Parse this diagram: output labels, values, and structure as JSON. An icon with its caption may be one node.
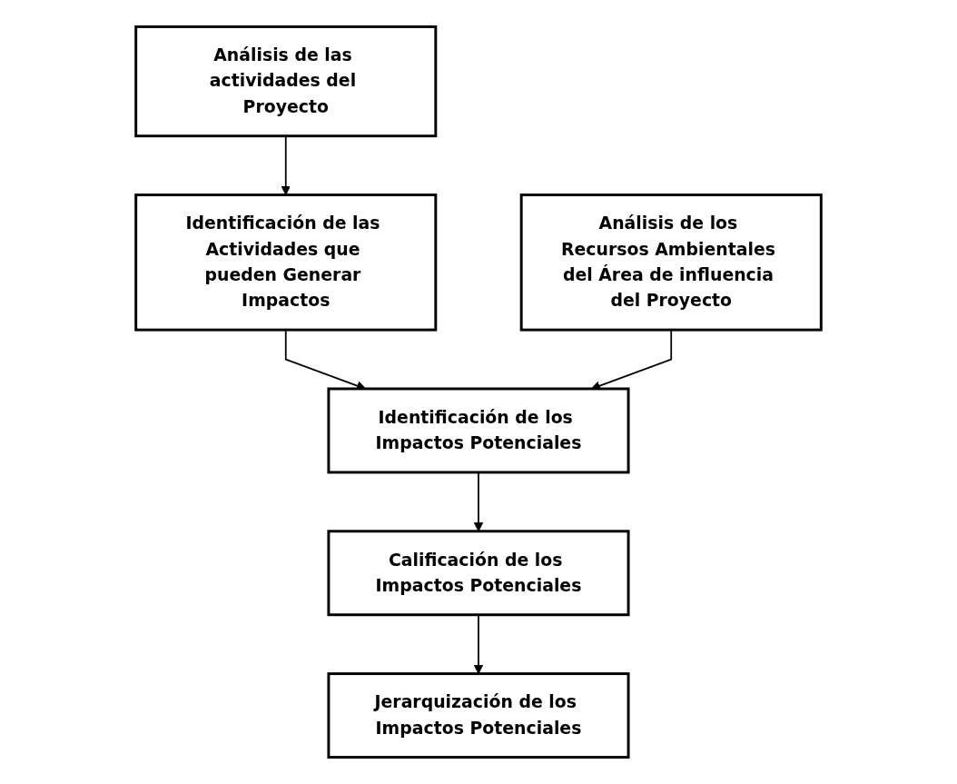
{
  "diagram": {
    "nodes": [
      {
        "text": [
          "Análisis de las actividades del Proyecto"
        ]
      },
      {
        "text": [
          "Análisis de los Recursos Ambientales del Área de influencia del Proyecto"
        ]
      },
      {
        "text": [
          "Identificación de las Actividades que pueden Generar Impactos"
        ]
      },
      {
        "text": [
          "Identificación de los Impactos Potenciales"
        ]
      },
      {
        "text": [
          "Calificación de los Impactos Potenciales"
        ]
      },
      {
        "text": [
          "Jerarquización de los Impactos Potenciales"
        ]
      }
    ],
    "edges": [
      {
        "from": 0,
        "to": 2,
        "arrow": "to"
      },
      {
        "from": 2,
        "to": 3,
        "arrow": "to"
      },
      {
        "from": 1,
        "to": 3,
        "arrow": "to"
      },
      {
        "from": 3,
        "to": 4,
        "arrow": "to"
      },
      {
        "from": 4,
        "to": 5,
        "arrow": "to"
      }
    ]
  }
}
